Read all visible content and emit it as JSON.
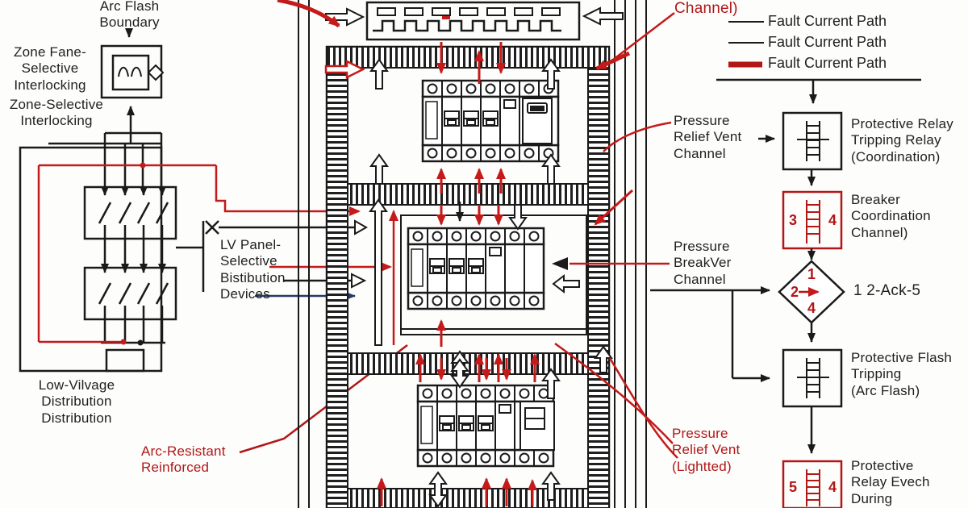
{
  "colors": {
    "line": "#1a1a1a",
    "red_label": "#b11717",
    "red_arrow": "#c41a1a",
    "navy_arrow": "#223b66"
  },
  "left_diagram": {
    "arc_flash_boundary": "Arc Flash\nBoundary",
    "zone_fane_selective": "Zone Fane-\nSelective\nInterlocking",
    "zone_selective_interlocking": "Zone-Selective\nInterlocking",
    "lv_panel": "LV Panel-\nSelective\nBistibution\nDevices",
    "low_voltage": "Low-Vilvage\nDistribution\nDistribution",
    "arc_resistant": "Arc-Resistant\nReinforced"
  },
  "annotations": {
    "channel_top": "Channel)",
    "pressure_relief_vent_channel": "Pressure\nRelief Vent\nChannel",
    "pressure_breakver_channel": "Pressure\nBreakVer\nChannel",
    "pressure_relief_vent_lighted": "Pressure\nRelief Vent\n(Lightted)"
  },
  "legend": {
    "items": [
      {
        "label": "Fault Current Path",
        "style": "thin-black-line"
      },
      {
        "label": "Fault Current Path",
        "style": "thin-black-line"
      },
      {
        "label": "Fault Current Path",
        "style": "thick-red-line"
      }
    ]
  },
  "flowchart": {
    "box1_label": "Protective Relay\nTripping Relay\n(Coordination)",
    "box2_label": "Breaker\nCoordination\nChannel)",
    "box2_num_left": "3",
    "box2_num_right": "4",
    "diamond_label": "1 2-Ack-5",
    "diamond_num_top": "1",
    "diamond_num_left": "2",
    "diamond_num_bottom": "4",
    "box3_label": "Protective Flash\nTripping\n(Arc Flash)",
    "box4_label": "Protective\nRelay Evech\nDuring",
    "box4_num_left": "5",
    "box4_num_right": "4"
  }
}
